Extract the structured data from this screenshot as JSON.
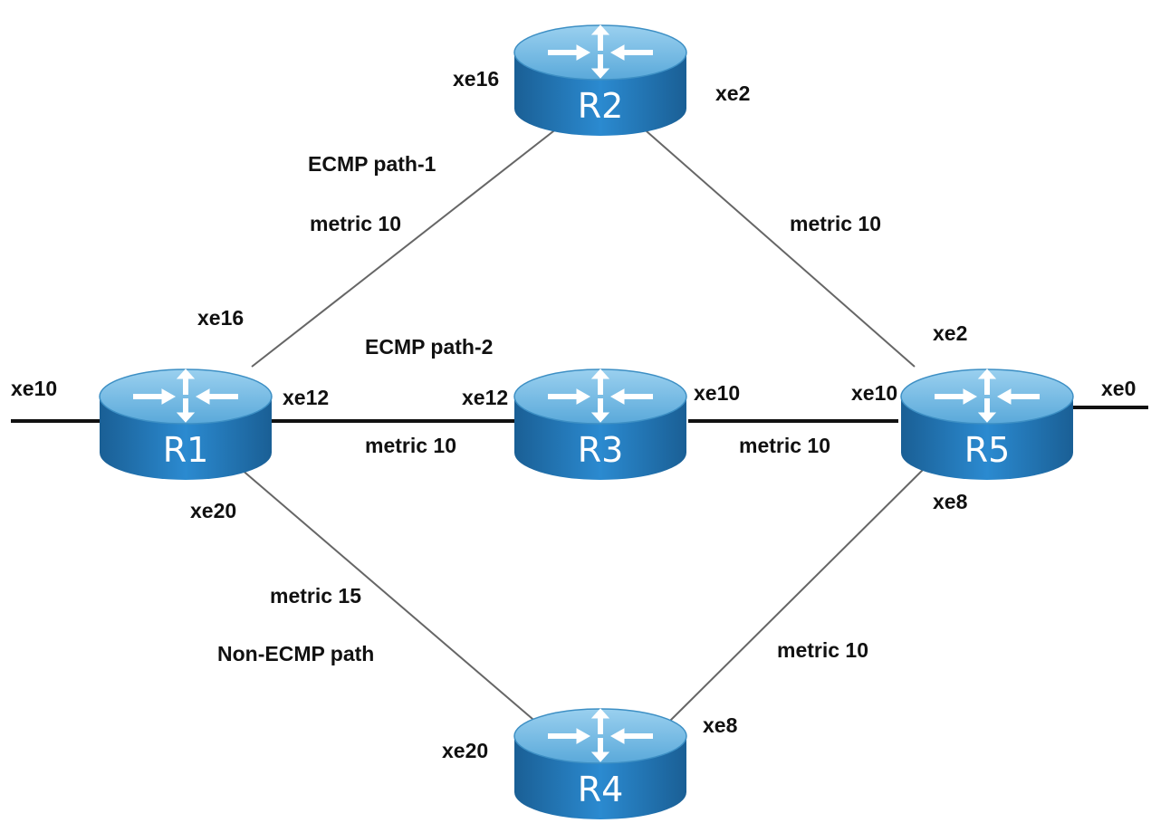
{
  "routers": [
    {
      "id": "r1",
      "name": "R1"
    },
    {
      "id": "r2",
      "name": "R2"
    },
    {
      "id": "r3",
      "name": "R3"
    },
    {
      "id": "r4",
      "name": "R4"
    },
    {
      "id": "r5",
      "name": "R5"
    }
  ],
  "interfaces": {
    "r1_ext": "xe10",
    "r1_r2": "xe16",
    "r1_r3": "xe12",
    "r1_r4": "xe20",
    "r2_r1": "xe16",
    "r2_r5": "xe2",
    "r3_r1": "xe12",
    "r3_r5": "xe10",
    "r4_r1": "xe20",
    "r4_r5": "xe8",
    "r5_r2": "xe2",
    "r5_r3": "xe10",
    "r5_r4": "xe8",
    "r5_ext": "xe0"
  },
  "links": {
    "r1_r2": {
      "path": "ECMP path-1",
      "metric": "metric 10"
    },
    "r2_r5": {
      "metric": "metric 10"
    },
    "r1_r3": {
      "path": "ECMP path-2",
      "metric": "metric 10"
    },
    "r3_r5": {
      "metric": "metric 10"
    },
    "r1_r4": {
      "path": "Non-ECMP path",
      "metric": "metric 15"
    },
    "r4_r5": {
      "metric": "metric 10"
    }
  },
  "colors": {
    "router_top": "#6cb3dd",
    "router_side": "#1f77b4",
    "thin_link": "#666666",
    "thick_link": "#111111"
  }
}
